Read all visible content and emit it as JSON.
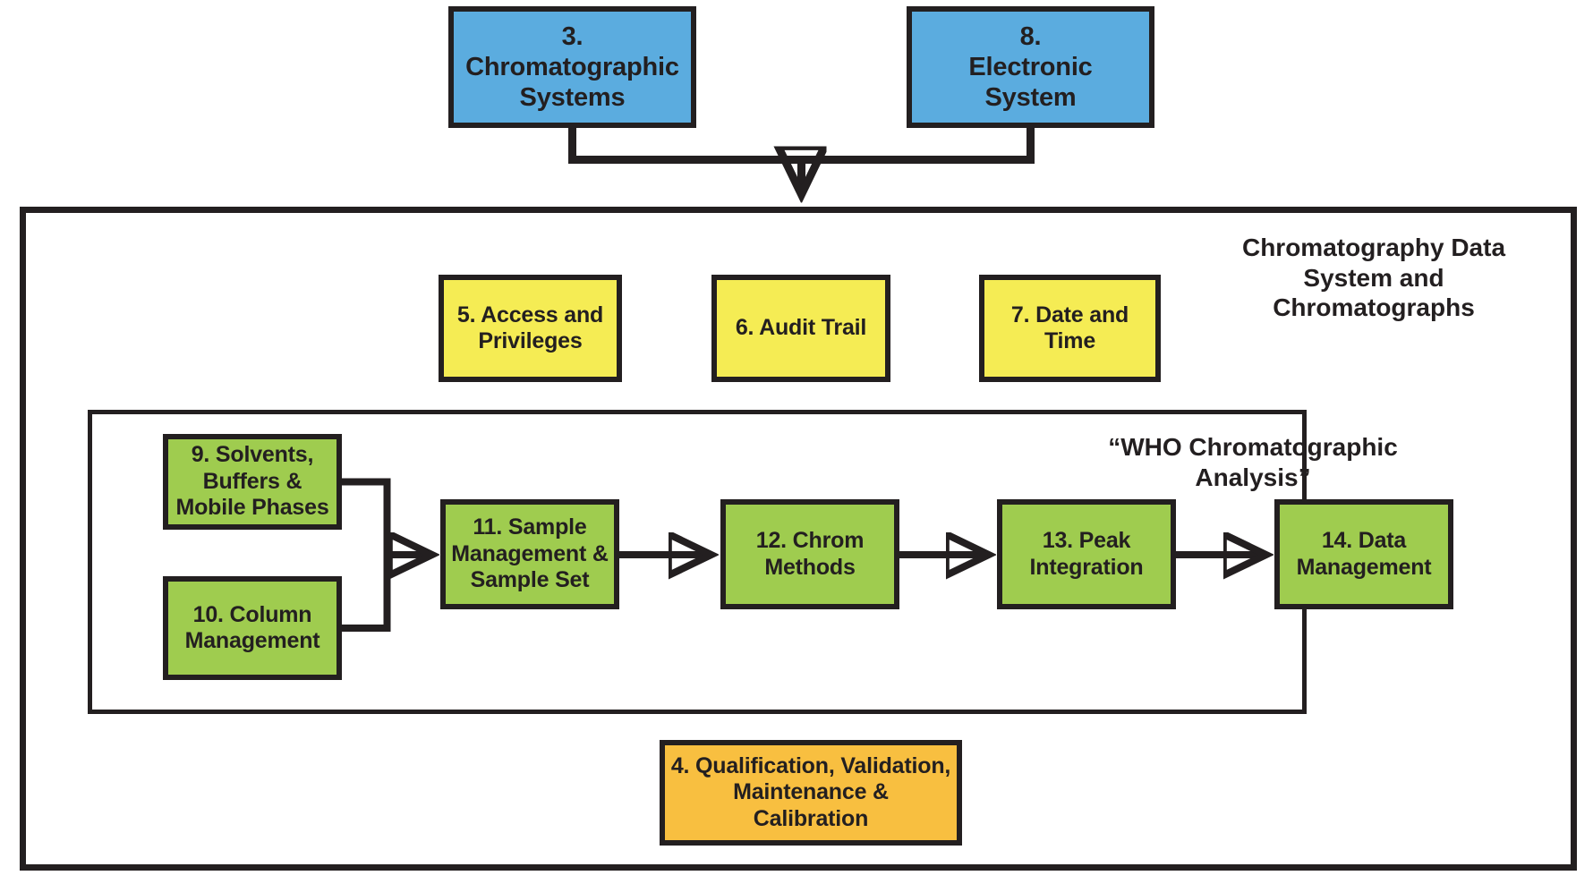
{
  "diagram": {
    "title_internal": "Chromatography Data System and Chromatographs workflow",
    "top_boxes": [
      {
        "id": "box3",
        "label": "3.\nChromatographic\nSystems",
        "color": "#5bacdf"
      },
      {
        "id": "box8",
        "label": "8.\nElectronic\nSystem",
        "color": "#5bacdf"
      }
    ],
    "container": {
      "title": "Chromatography Data\nSystem and\nChromatographs",
      "yellow_boxes": [
        {
          "id": "box5",
          "label": "5. Access and\nPrivileges",
          "color": "#f5ec54"
        },
        {
          "id": "box6",
          "label": "6. Audit Trail",
          "color": "#f5ec54"
        },
        {
          "id": "box7",
          "label": "7. Date and\nTime",
          "color": "#f5ec54"
        }
      ],
      "inner": {
        "title": "“WHO Chromatographic\nAnalysis”",
        "green_boxes": [
          {
            "id": "box9",
            "label": "9. Solvents,\nBuffers &\nMobile Phases",
            "color": "#9fcc4f"
          },
          {
            "id": "box10",
            "label": "10. Column\nManagement",
            "color": "#9fcc4f"
          },
          {
            "id": "box11",
            "label": "11. Sample\nManagement &\nSample Set",
            "color": "#9fcc4f"
          },
          {
            "id": "box12",
            "label": "12. Chrom\nMethods",
            "color": "#9fcc4f"
          },
          {
            "id": "box13",
            "label": "13. Peak\nIntegration",
            "color": "#9fcc4f"
          },
          {
            "id": "box14",
            "label": "14. Data\nManagement",
            "color": "#9fcc4f"
          }
        ]
      },
      "orange_box": {
        "id": "box4",
        "label": "4. Qualification, Validation,\nMaintenance &\nCalibration",
        "color": "#f8bf40"
      }
    },
    "colors": {
      "stroke": "#231f20",
      "blue": "#5bacdf",
      "yellow": "#f5ec54",
      "green": "#9fcc4f",
      "orange": "#f8bf40",
      "background": "#ffffff"
    }
  }
}
